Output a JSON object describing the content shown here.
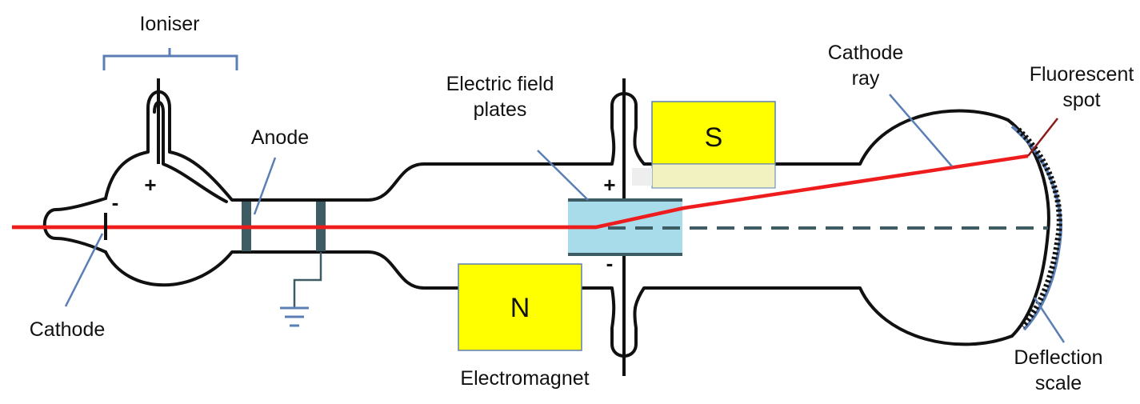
{
  "labels": {
    "ioniser": "Ioniser",
    "anode": "Anode",
    "cathode": "Cathode",
    "electric_field_plates_line1": "Electric field",
    "electric_field_plates_line2": "plates",
    "electromagnet": "Electromagnet",
    "cathode_ray_line1": "Cathode",
    "cathode_ray_line2": "ray",
    "fluorescent_spot_line1": "Fluorescent",
    "fluorescent_spot_line2": "spot",
    "deflection_scale_line1": "Deflection",
    "deflection_scale_line2": "scale"
  },
  "magnets": {
    "south_pole": "S",
    "north_pole": "N"
  },
  "signs": {
    "ioniser_plus": "+",
    "cathode_minus": "-",
    "plate_plus": "+",
    "plate_minus": "-"
  },
  "colors": {
    "beam": "#ee1c1c",
    "magnet": "#ffff00",
    "plates": "#a8dcea",
    "electrode": "#3e5c63",
    "leader": "#5b7fb5",
    "tube": "#111111"
  }
}
